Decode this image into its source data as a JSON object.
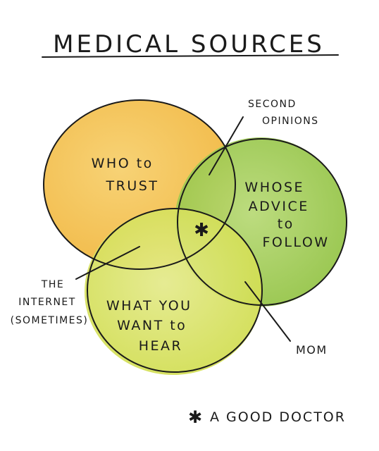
{
  "title": "MEDICAL SOURCES",
  "circles": {
    "trust": {
      "lines": [
        "WHO to",
        "TRUST"
      ],
      "color": "#f1b53a",
      "color_light": "#f7cf6a"
    },
    "advice": {
      "lines": [
        "WHOSE",
        "ADVICE",
        "to",
        "FOLLOW"
      ],
      "color": "#8fc13f",
      "color_light": "#b7d974"
    },
    "hear": {
      "lines": [
        "WHAT YOU",
        "WANT to",
        "HEAR"
      ],
      "color": "#cfdc4a",
      "color_light": "#e4ea8a"
    }
  },
  "center_symbol": "✱",
  "callouts": {
    "second_opinions": [
      "SECOND",
      "OPINIONS"
    ],
    "internet": [
      "THE",
      "INTERNET",
      "(SOMETIMES)"
    ],
    "mom": [
      "MOM"
    ]
  },
  "legend": {
    "symbol": "✱",
    "label": "A GOOD DOCTOR"
  }
}
